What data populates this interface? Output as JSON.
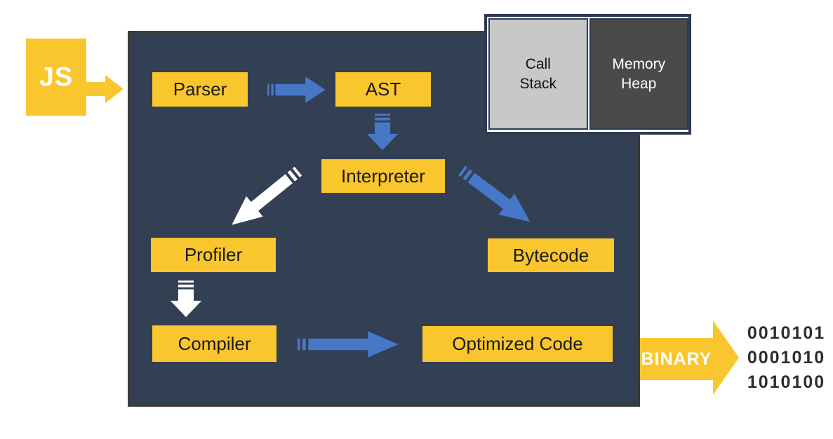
{
  "title": "JavaScript engine pipeline diagram",
  "colors": {
    "background": "#FFFFFF",
    "yellow": "#F9C62D",
    "blue": "#4778C7",
    "engine_bg": "#333F53",
    "engine_border": "#3C3C3C",
    "panel_border": "#2D3A52",
    "call_stack_bg": "#C8C8C8",
    "memory_heap_bg": "#4A4A4A",
    "node_text": "#1A1A1A",
    "binary_text": "#2D2D2D"
  },
  "js_badge": {
    "label": "JS"
  },
  "nodes": {
    "parser": "Parser",
    "ast": "AST",
    "interpreter": "Interpreter",
    "profiler": "Profiler",
    "bytecode": "Bytecode",
    "compiler": "Compiler",
    "optimized_code": "Optimized Code"
  },
  "runtime": {
    "call_stack": "Call Stack",
    "memory_heap": "Memory Heap"
  },
  "output": {
    "binary_label": "BINARY",
    "binary_lines": [
      "0010101",
      "0001010",
      "1010100"
    ]
  },
  "edges": [
    {
      "from": "js",
      "to": "parser",
      "color": "yellow"
    },
    {
      "from": "parser",
      "to": "ast",
      "color": "blue"
    },
    {
      "from": "ast",
      "to": "interpreter",
      "color": "blue"
    },
    {
      "from": "interpreter",
      "to": "profiler",
      "color": "white"
    },
    {
      "from": "interpreter",
      "to": "bytecode",
      "color": "blue"
    },
    {
      "from": "profiler",
      "to": "compiler",
      "color": "white"
    },
    {
      "from": "compiler",
      "to": "optimized_code",
      "color": "blue"
    },
    {
      "from": "optimized_code",
      "to": "binary",
      "color": "yellow"
    }
  ]
}
